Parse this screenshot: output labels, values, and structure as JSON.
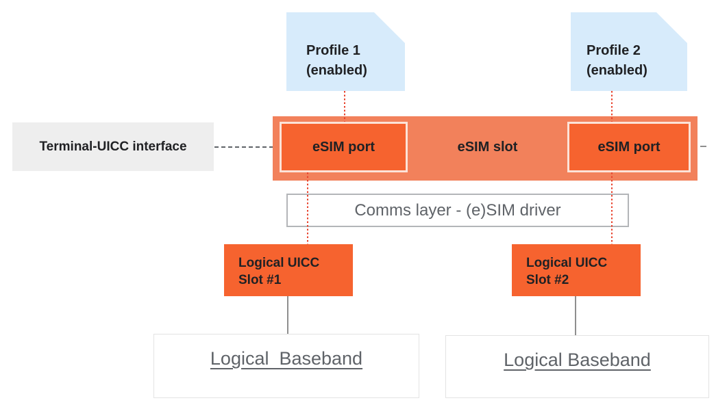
{
  "colors": {
    "profile_bg": "#D7EBFB",
    "slot_bg": "#F2815B",
    "port_bg": "#F6632F",
    "port_border": "#FCE3D8",
    "interface_bg": "#EEEEEE",
    "text_dark": "#202124",
    "text_gray": "#5F6368",
    "dotted_red": "#E8432D",
    "dash_gray": "#5F6368",
    "line_gray": "#8E8E8E",
    "comms_border": "#B3B5B8",
    "baseband_border": "#E3E3E3"
  },
  "profiles": [
    {
      "line1": "Profile 1",
      "line2": "(enabled)"
    },
    {
      "line1": "Profile 2",
      "line2": "(enabled)"
    }
  ],
  "terminal_interface": {
    "label": "Terminal-UICC interface"
  },
  "esim_slot": {
    "label": "eSIM slot",
    "ports": [
      {
        "label": "eSIM port"
      },
      {
        "label": "eSIM port"
      }
    ]
  },
  "comms_layer": {
    "label": "Comms layer - (e)SIM driver"
  },
  "uicc_slots": [
    {
      "line1": "Logical UICC",
      "line2": "Slot #1"
    },
    {
      "line1": "Logical UICC",
      "line2": "Slot #2"
    }
  ],
  "basebands": [
    {
      "label": "Logical  Baseband"
    },
    {
      "label": "Logical Baseband"
    }
  ]
}
